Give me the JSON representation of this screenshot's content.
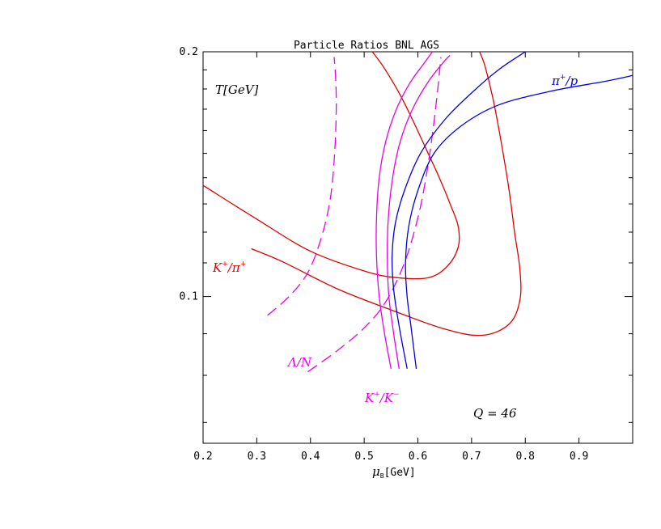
{
  "chart_data": {
    "type": "line",
    "title": "Particle Ratios BNL AGS",
    "xlabel": "μ_B[GeV]",
    "xlabel_main": "μ",
    "xlabel_sub": "B",
    "xlabel_unit": "[GeV]",
    "ylabel": "T[GeV]",
    "xlim": [
      0.2,
      1.0
    ],
    "ylim": [
      0.066,
      0.2
    ],
    "y_log": true,
    "x_tick_labels": [
      "0.2",
      "0.3",
      "0.4",
      "0.5",
      "0.6",
      "0.7",
      "0.8",
      "0.9"
    ],
    "x_ticks": [
      0.2,
      0.3,
      0.4,
      0.5,
      0.6,
      0.7,
      0.8,
      0.9
    ],
    "y_tick_labels": [
      "0.1",
      "0.2"
    ],
    "y_ticks": [
      0.1,
      0.2
    ],
    "y_minor_ticks": [
      0.07,
      0.08,
      0.09,
      0.11,
      0.12,
      0.13,
      0.14,
      0.15,
      0.16,
      0.17,
      0.18,
      0.19
    ],
    "grid": false,
    "annotation": "Q = 46",
    "colors": {
      "kpi": "#e00000",
      "lambda": "#e800e8",
      "kk": "#e800e8",
      "pip": "#0000e0"
    },
    "groups": [
      {
        "key": "kpi",
        "label_base": "K",
        "label_sup1": "+",
        "label_mid": "/π",
        "label_sup2": "+",
        "series": [
          {
            "dash": "solid",
            "points": [
              [
                0.2,
                0.137
              ],
              [
                0.3,
                0.1245
              ],
              [
                0.4,
                0.1137
              ],
              [
                0.5,
                0.1075
              ],
              [
                0.56,
                0.1055
              ],
              [
                0.62,
                0.1055
              ],
              [
                0.655,
                0.109
              ],
              [
                0.675,
                0.115
              ],
              [
                0.675,
                0.122
              ],
              [
                0.66,
                0.13
              ],
              [
                0.64,
                0.14
              ],
              [
                0.615,
                0.152
              ],
              [
                0.59,
                0.165
              ],
              [
                0.565,
                0.178
              ],
              [
                0.535,
                0.192
              ],
              [
                0.515,
                0.2
              ]
            ]
          },
          {
            "dash": "solid",
            "points": [
              [
                0.29,
                0.1145
              ],
              [
                0.35,
                0.1102
              ],
              [
                0.45,
                0.1022
              ],
              [
                0.55,
                0.0963
              ],
              [
                0.65,
                0.0912
              ],
              [
                0.72,
                0.0896
              ],
              [
                0.77,
                0.0925
              ],
              [
                0.79,
                0.099
              ],
              [
                0.79,
                0.108
              ],
              [
                0.78,
                0.12
              ],
              [
                0.77,
                0.135
              ],
              [
                0.755,
                0.155
              ],
              [
                0.74,
                0.175
              ],
              [
                0.725,
                0.192
              ],
              [
                0.715,
                0.2
              ]
            ]
          }
        ]
      },
      {
        "key": "lambda",
        "label": "Λ/N",
        "series": [
          {
            "dash": "dashed",
            "points": [
              [
                0.32,
                0.0948
              ],
              [
                0.36,
                0.1
              ],
              [
                0.395,
                0.107
              ],
              [
                0.42,
                0.118
              ],
              [
                0.437,
                0.132
              ],
              [
                0.445,
                0.15
              ],
              [
                0.448,
                0.17
              ],
              [
                0.447,
                0.185
              ],
              [
                0.444,
                0.197
              ]
            ]
          },
          {
            "dash": "dashed",
            "points": [
              [
                0.395,
                0.0808
              ],
              [
                0.45,
                0.0858
              ],
              [
                0.5,
                0.0915
              ],
              [
                0.54,
                0.0985
              ],
              [
                0.575,
                0.11
              ],
              [
                0.6,
                0.125
              ],
              [
                0.615,
                0.14
              ],
              [
                0.628,
                0.16
              ],
              [
                0.637,
                0.18
              ],
              [
                0.643,
                0.197
              ]
            ]
          }
        ]
      },
      {
        "key": "kk",
        "label_base": "K",
        "label_sup1": "+",
        "label_mid": "/K",
        "label_sup2": "−",
        "series": [
          {
            "dash": "solid",
            "points": [
              [
                0.55,
                0.0815
              ],
              [
                0.538,
                0.09
              ],
              [
                0.528,
                0.1
              ],
              [
                0.523,
                0.112
              ],
              [
                0.523,
                0.125
              ],
              [
                0.528,
                0.14
              ],
              [
                0.54,
                0.155
              ],
              [
                0.56,
                0.17
              ],
              [
                0.585,
                0.183
              ],
              [
                0.61,
                0.193
              ],
              [
                0.627,
                0.2
              ]
            ]
          },
          {
            "dash": "solid",
            "points": [
              [
                0.565,
                0.0815
              ],
              [
                0.555,
                0.09
              ],
              [
                0.546,
                0.1
              ],
              [
                0.543,
                0.112
              ],
              [
                0.545,
                0.125
              ],
              [
                0.553,
                0.14
              ],
              [
                0.567,
                0.155
              ],
              [
                0.59,
                0.17
              ],
              [
                0.62,
                0.184
              ],
              [
                0.65,
                0.195
              ],
              [
                0.66,
                0.198
              ]
            ]
          }
        ]
      },
      {
        "key": "pip",
        "label_base": "π",
        "label_sup1": "+",
        "label_mid": "/p",
        "label_sup2": "",
        "series": [
          {
            "dash": "solid",
            "points": [
              [
                0.58,
                0.0815
              ],
              [
                0.565,
                0.092
              ],
              [
                0.555,
                0.102
              ],
              [
                0.552,
                0.112
              ],
              [
                0.558,
                0.123
              ],
              [
                0.575,
                0.135
              ],
              [
                0.605,
                0.15
              ],
              [
                0.65,
                0.165
              ],
              [
                0.7,
                0.178
              ],
              [
                0.75,
                0.19
              ],
              [
                0.8,
                0.2
              ]
            ]
          },
          {
            "dash": "solid",
            "points": [
              [
                0.597,
                0.0815
              ],
              [
                0.587,
                0.092
              ],
              [
                0.58,
                0.1
              ],
              [
                0.577,
                0.11
              ],
              [
                0.583,
                0.122
              ],
              [
                0.6,
                0.135
              ],
              [
                0.63,
                0.15
              ],
              [
                0.68,
                0.162
              ],
              [
                0.75,
                0.172
              ],
              [
                0.85,
                0.179
              ],
              [
                0.95,
                0.184
              ],
              [
                1.0,
                0.187
              ]
            ]
          }
        ]
      }
    ]
  }
}
